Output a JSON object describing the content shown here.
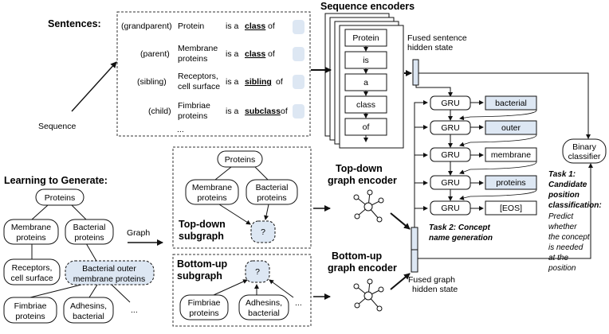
{
  "sentences": {
    "heading": "Sentences:",
    "rows": [
      {
        "relation": "(grandparent)",
        "concept": [
          "Protein"
        ],
        "phrase_prefix": "is a",
        "keyword": "class",
        "phrase_suffix": "of"
      },
      {
        "relation": "(parent)",
        "concept": [
          "Membrane",
          "proteins"
        ],
        "phrase_prefix": "is a",
        "keyword": "class",
        "phrase_suffix": "of"
      },
      {
        "relation": "(sibling)",
        "concept": [
          "Receptors,",
          "cell surface"
        ],
        "phrase_prefix": "is a",
        "keyword": "sibling",
        "phrase_suffix": "of"
      },
      {
        "relation": "(child)",
        "concept": [
          "Fimbriae",
          "proteins"
        ],
        "phrase_prefix": "is a",
        "keyword": "subclass",
        "phrase_suffix": "of"
      }
    ],
    "more": "..."
  },
  "sequence_encoders": {
    "title": "Sequence encoders",
    "tokens": [
      "Protein",
      "is",
      "a",
      "class",
      "of"
    ]
  },
  "fused_sentence": [
    "Fused sentence",
    "hidden state"
  ],
  "learning": {
    "title": "Learning to Generate:",
    "sequence_label": "Sequence",
    "graph_label": "Graph",
    "tree": {
      "root": "Proteins",
      "membrane": [
        "Membrane",
        "proteins"
      ],
      "bacterial": [
        "Bacterial",
        "proteins"
      ],
      "receptors": [
        "Receptors,",
        "cell surface"
      ],
      "bacterial_outer": [
        "Bacterial outer",
        "membrane proteins"
      ],
      "fimbriae": [
        "Fimbriae",
        "proteins"
      ],
      "adhesins": [
        "Adhesins,",
        "bacterial"
      ],
      "more": "..."
    }
  },
  "topdown_subgraph": {
    "label": [
      "Top-down",
      "subgraph"
    ],
    "root": "Proteins",
    "left": [
      "Membrane",
      "proteins"
    ],
    "right": [
      "Bacterial",
      "proteins"
    ],
    "target": "?"
  },
  "bottomup_subgraph": {
    "label": [
      "Bottom-up",
      "subgraph"
    ],
    "target": "?",
    "left": [
      "Fimbriae",
      "proteins"
    ],
    "right": [
      "Adhesins,",
      "bacterial"
    ],
    "more": "..."
  },
  "topdown_encoder": [
    "Top-down",
    "graph encoder"
  ],
  "bottomup_encoder": [
    "Bottom-up",
    "graph encoder"
  ],
  "fused_graph": [
    "Fused graph",
    "hidden state"
  ],
  "decoder": {
    "cell": "GRU",
    "outputs": [
      "bacterial",
      "outer",
      "membrane",
      "proteins",
      "[EOS]"
    ],
    "highlight": [
      true,
      true,
      false,
      true,
      false
    ],
    "task2": [
      "Task 2: Concept",
      "name generation"
    ]
  },
  "classifier": {
    "label": [
      "Binary",
      "classifier"
    ],
    "task1_title": [
      "Task 1:",
      "Candidate",
      "position",
      "classification:"
    ],
    "task1_desc": [
      "Predict",
      "whether",
      "the concept",
      "is needed",
      "at the",
      "position"
    ]
  },
  "colors": {
    "fill_blue": "#dde7f3",
    "stroke": "#111111",
    "dashed": "#333333"
  }
}
